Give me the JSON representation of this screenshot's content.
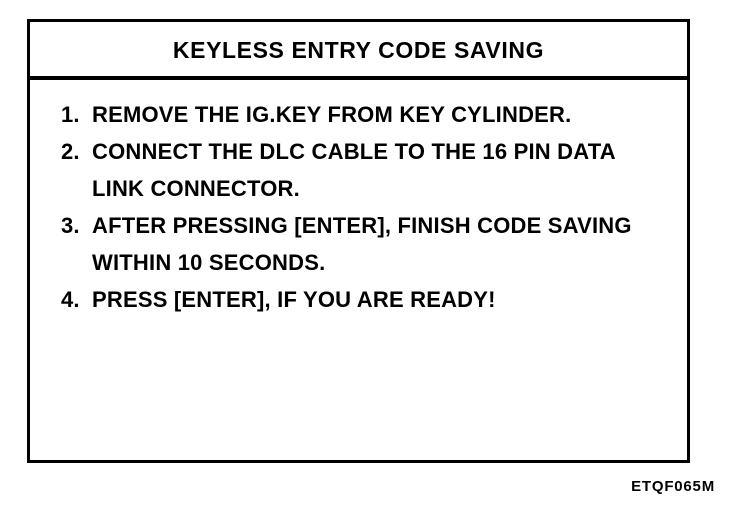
{
  "panel": {
    "title": "KEYLESS ENTRY CODE SAVING",
    "steps": [
      {
        "number": "1.",
        "lines": [
          "REMOVE THE IG.KEY FROM KEY CYLINDER."
        ]
      },
      {
        "number": "2.",
        "lines": [
          "CONNECT THE DLC CABLE TO THE 16 PIN DATA",
          "LINK CONNECTOR."
        ]
      },
      {
        "number": "3.",
        "lines": [
          "AFTER PRESSING [ENTER], FINISH CODE SAVING",
          "WITHIN 10 SECONDS."
        ]
      },
      {
        "number": "4.",
        "lines": [
          "PRESS [ENTER], IF YOU ARE READY!"
        ]
      }
    ]
  },
  "figure_code": "ETQF065M",
  "colors": {
    "ink": "#000000",
    "paper": "#ffffff"
  }
}
